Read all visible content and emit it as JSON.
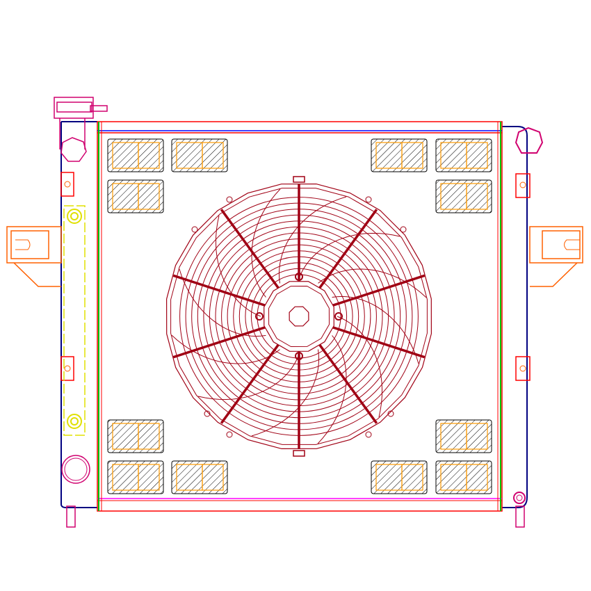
{
  "drawing": {
    "subject": "radiator-with-fan",
    "colors": {
      "fan": "#a00014",
      "frame_red": "#ff0000",
      "tank_navy": "#000080",
      "core_green": "#00c000",
      "cap_magenta": "#d0006f",
      "bracket_orange": "#ff6000",
      "fitting_yellow": "#e0e000",
      "hatch": "#000000",
      "fin_orange": "#ff9900"
    },
    "fan": {
      "blade_count": 10,
      "ring_count": 14
    },
    "panels": {
      "count": 12
    }
  }
}
